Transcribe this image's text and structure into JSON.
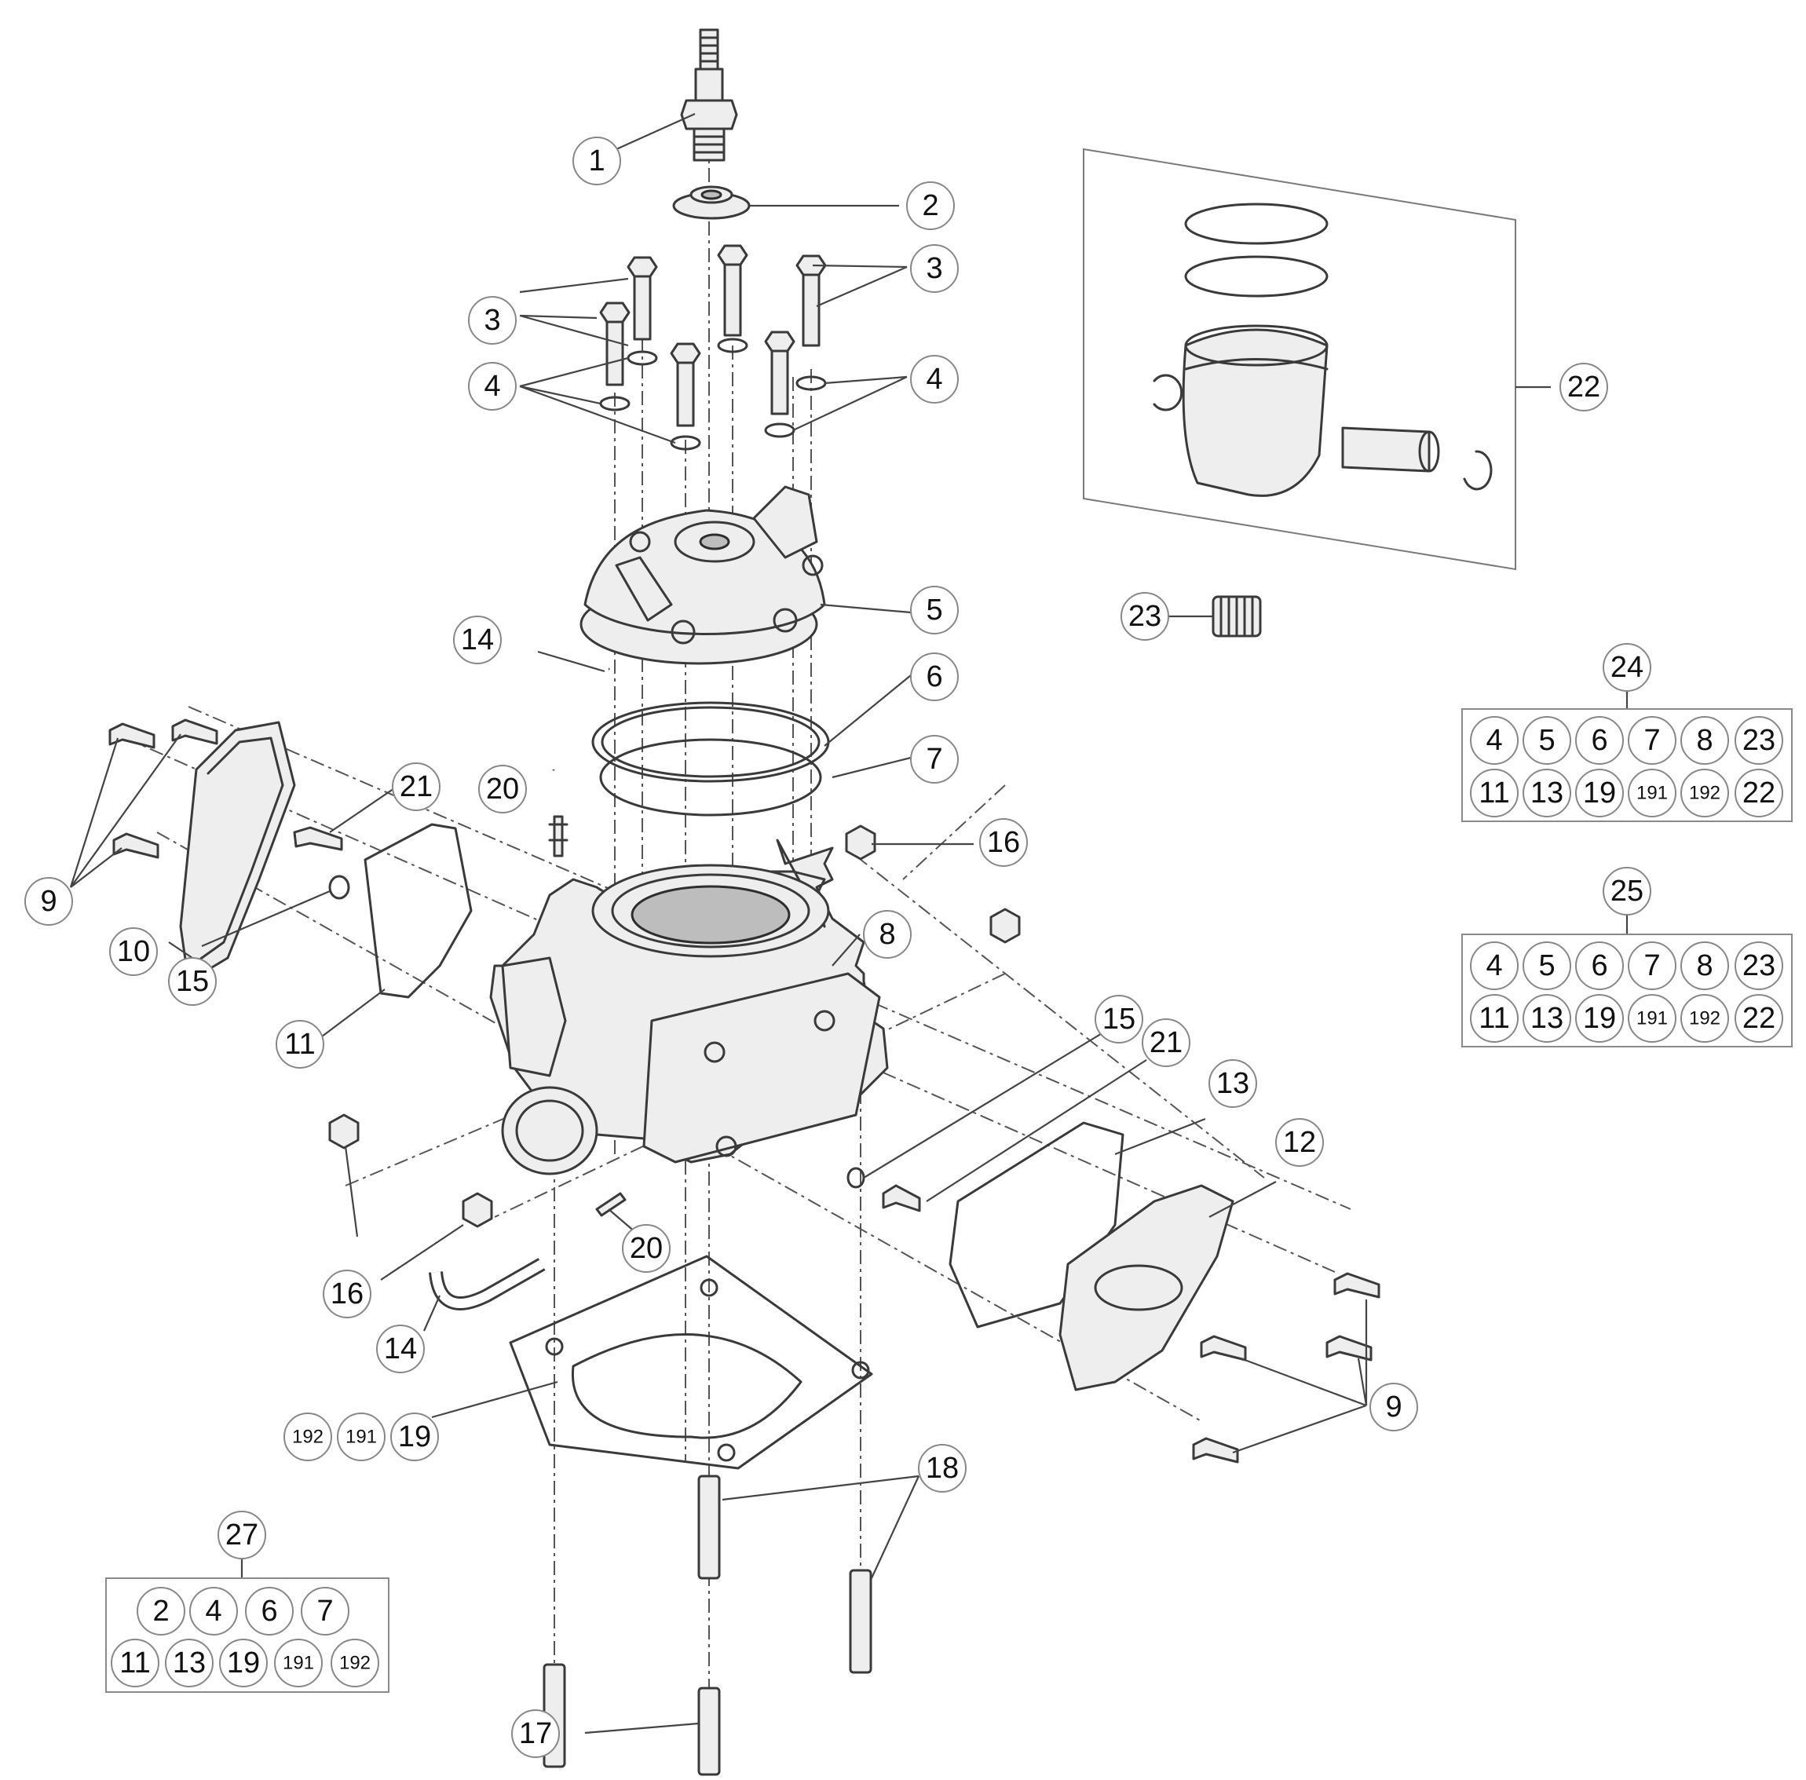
{
  "callouts": [
    {
      "id": "c1",
      "label": "1"
    },
    {
      "id": "c2",
      "label": "2"
    },
    {
      "id": "c3a",
      "label": "3"
    },
    {
      "id": "c3b",
      "label": "3"
    },
    {
      "id": "c4a",
      "label": "4"
    },
    {
      "id": "c4b",
      "label": "4"
    },
    {
      "id": "c5",
      "label": "5"
    },
    {
      "id": "c6",
      "label": "6"
    },
    {
      "id": "c7",
      "label": "7"
    },
    {
      "id": "c8",
      "label": "8"
    },
    {
      "id": "c9a",
      "label": "9"
    },
    {
      "id": "c9b",
      "label": "9"
    },
    {
      "id": "c10",
      "label": "10"
    },
    {
      "id": "c11",
      "label": "11"
    },
    {
      "id": "c12",
      "label": "12"
    },
    {
      "id": "c13",
      "label": "13"
    },
    {
      "id": "c14a",
      "label": "14"
    },
    {
      "id": "c14b",
      "label": "14"
    },
    {
      "id": "c15a",
      "label": "15"
    },
    {
      "id": "c15b",
      "label": "15"
    },
    {
      "id": "c16a",
      "label": "16"
    },
    {
      "id": "c16b",
      "label": "16"
    },
    {
      "id": "c17",
      "label": "17"
    },
    {
      "id": "c18",
      "label": "18"
    },
    {
      "id": "c19",
      "label": "19"
    },
    {
      "id": "c191",
      "label": "191"
    },
    {
      "id": "c192",
      "label": "192"
    },
    {
      "id": "c20a",
      "label": "20"
    },
    {
      "id": "c20b",
      "label": "20"
    },
    {
      "id": "c21a",
      "label": "21"
    },
    {
      "id": "c21b",
      "label": "21"
    },
    {
      "id": "c22",
      "label": "22"
    },
    {
      "id": "c23",
      "label": "23"
    }
  ],
  "kits": [
    {
      "id": "kit24",
      "title": "24",
      "rows": [
        [
          "4",
          "5",
          "6",
          "7",
          "8",
          "23"
        ],
        [
          "11",
          "13",
          "19",
          "191",
          "192",
          "22"
        ]
      ]
    },
    {
      "id": "kit25",
      "title": "25",
      "rows": [
        [
          "4",
          "5",
          "6",
          "7",
          "8",
          "23"
        ],
        [
          "11",
          "13",
          "19",
          "191",
          "192",
          "22"
        ]
      ]
    },
    {
      "id": "kit27",
      "title": "27",
      "rows": [
        [
          "2",
          "4",
          "6",
          "7"
        ],
        [
          "11",
          "13",
          "19",
          "191",
          "192"
        ]
      ]
    }
  ]
}
